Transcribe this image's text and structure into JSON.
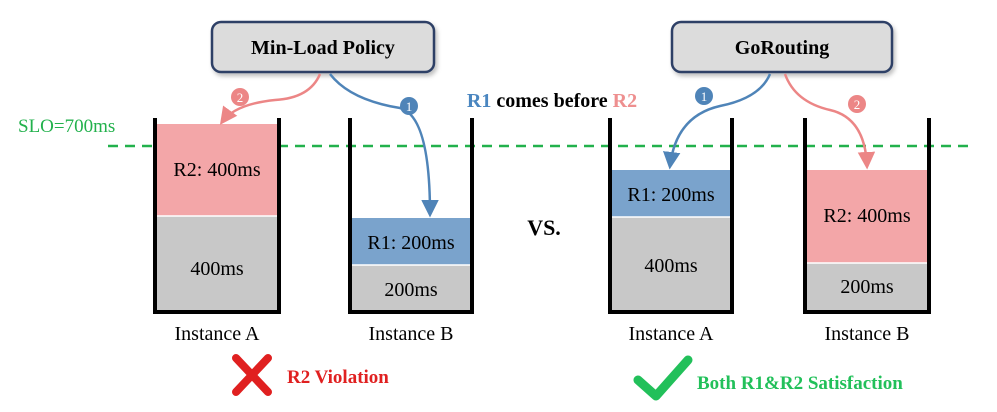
{
  "left": {
    "policy_label": "Min-Load Policy",
    "instance_a": {
      "label": "Instance A",
      "base": "400ms",
      "request": "R2: 400ms"
    },
    "instance_b": {
      "label": "Instance B",
      "base": "200ms",
      "request": "R1: 200ms"
    },
    "outcome": "R2 Violation"
  },
  "right": {
    "policy_label": "GoRouting",
    "instance_a": {
      "label": "Instance A",
      "base": "400ms",
      "request": "R1: 200ms"
    },
    "instance_b": {
      "label": "Instance B",
      "base": "200ms",
      "request": "R2: 400ms"
    },
    "outcome": "Both R1&R2 Satisfaction"
  },
  "slo_label": "SLO=700ms",
  "order_note": {
    "r1": "R1",
    "middle": " comes before ",
    "r2": "R2"
  },
  "vs_label": "VS.",
  "arrow_badges": {
    "first": "1",
    "second": "2"
  },
  "colors": {
    "base_fill": "#c8c8c8",
    "r1_fill": "#7aa3cc",
    "r2_fill": "#f3a6a8",
    "slo_line": "#22b14c",
    "r1_text": "#4a86c0",
    "r2_text": "#ee8f8f",
    "violation": "#e02020",
    "satisfaction": "#22c05a",
    "policy_box": "#dcdcdc",
    "policy_border": "#2d3f66",
    "arrow_blue": "#4f84b8",
    "arrow_pink": "#ec8686"
  },
  "icons": {
    "violation": "x-mark-icon",
    "satisfaction": "check-mark-icon"
  }
}
